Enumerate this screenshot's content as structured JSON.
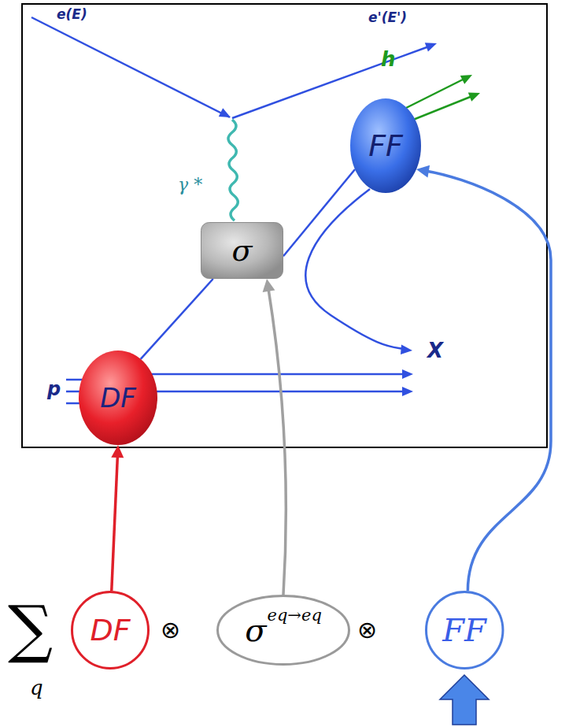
{
  "diagram": {
    "nodes": [
      {
        "text": [
          "DF"
        ]
      },
      {
        "text": [
          "σ"
        ]
      },
      {
        "text": [
          "FF"
        ]
      },
      {
        "text": [
          "DF"
        ]
      },
      {
        "text": [
          "σ",
          "eq→eq"
        ]
      },
      {
        "text": [
          "FF"
        ]
      }
    ],
    "edges": [
      {
        "from": 0,
        "to": 1,
        "arrow": "none"
      },
      {
        "from": 1,
        "to": 2,
        "arrow": "none"
      },
      {
        "from": 3,
        "to": 0,
        "arrow": "to"
      },
      {
        "from": 4,
        "to": 1,
        "arrow": "to"
      },
      {
        "from": 5,
        "to": 2,
        "arrow": "to"
      }
    ],
    "labels": [
      "e(E)",
      "e'(E')",
      "γ *",
      "h",
      "p",
      "X",
      "∑",
      "q",
      "⊗",
      "⊗"
    ]
  }
}
